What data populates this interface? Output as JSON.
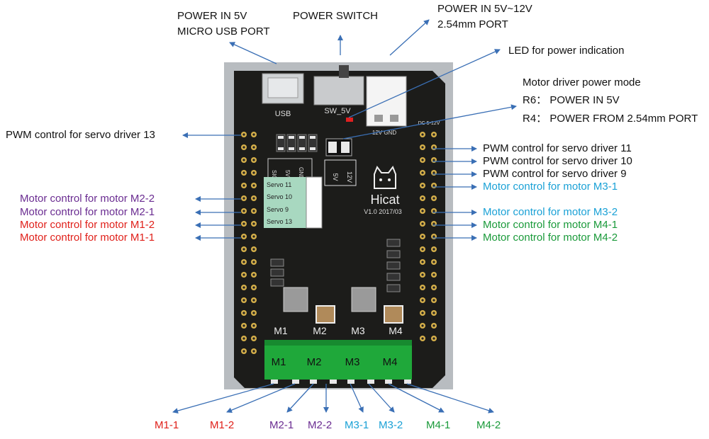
{
  "labels": {
    "usb_line1": "POWER IN 5V",
    "usb_line2": "MICRO USB PORT",
    "power_switch": "POWER SWITCH",
    "port_line1": "POWER IN 5V~12V",
    "port_line2": "2.54mm PORT",
    "led": "LED for power indication",
    "mode_title": "Motor driver power mode",
    "mode_r6": "R6： POWER IN 5V",
    "mode_r4": "R4： POWER FROM 2.54mm PORT",
    "pwm13": "PWM control for servo driver 13",
    "pwm11": "PWM control for servo driver 11",
    "pwm10": "PWM control for servo driver 10",
    "pwm9": "PWM control for servo driver 9",
    "m3_1_right": "Motor control for motor M3-1",
    "m3_2_right": "Motor control for motor M3-2",
    "m4_1_right": "Motor control for motor M4-1",
    "m4_2_right": "Motor control for motor M4-2",
    "m2_2_left": "Motor control for motor M2-2",
    "m2_1_left": "Motor control for motor M2-1",
    "m1_2_left": "Motor control for motor M1-2",
    "m1_1_left": "Motor control for motor M1-1",
    "bottom": [
      "M1-1",
      "M1-2",
      "M2-1",
      "M2-2",
      "M3-1",
      "M3-2",
      "M4-1",
      "M4-2"
    ]
  },
  "board": {
    "usb": "USB",
    "sw": "SW_5V",
    "brand": "Hicat",
    "version": "V1.0  2017/03",
    "dc": "DC 5-12V",
    "vgnd": "12V GND",
    "servo_rows": [
      "Servo 11",
      "Servo 10",
      "Servo 9",
      "Servo 13"
    ],
    "servo_hdr": [
      "SIG",
      "5V",
      "GND"
    ],
    "vlabels": [
      "5V",
      "12V"
    ],
    "motor_top": [
      "M1",
      "M2",
      "M3",
      "M4"
    ],
    "motor_term": [
      "M1",
      "M2",
      "M3",
      "M4"
    ]
  },
  "colors": {
    "red": "#e0201a",
    "purple": "#6a2c91",
    "blue": "#1aa1d6",
    "green": "#1a9a3a",
    "arrow": "#3a6fb5",
    "pcb": "#1c1c1a",
    "terminal": "#1fa83a"
  }
}
